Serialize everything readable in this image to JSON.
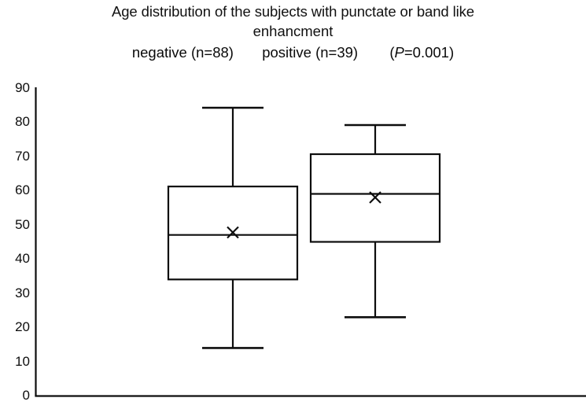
{
  "chart_data": {
    "type": "box",
    "title": "Age distribution of the subjects with punctate or band like enhancment",
    "title_line_1": "Age distribution of the subjects with punctate or band like",
    "title_line_2": "enhancment",
    "subtitle_group_1": "negative (n=88)",
    "subtitle_group_2": "positive (n=39)",
    "subtitle_pvalue_open": "(",
    "subtitle_pvalue_p": "P",
    "subtitle_pvalue_rest": "=0.001)",
    "xlabel": "",
    "ylabel": "",
    "ylim": [
      0,
      90
    ],
    "ytick_step": 10,
    "ytick_labels": [
      "90",
      "80",
      "70",
      "60",
      "50",
      "40",
      "30",
      "20",
      "10",
      "0"
    ],
    "ytick_values": [
      90,
      80,
      70,
      60,
      50,
      40,
      30,
      20,
      10,
      0
    ],
    "grid": false,
    "legend": "none",
    "marker_mean_symbol": "x",
    "categories": [
      "negative (n=88)",
      "positive (n=39)"
    ],
    "boxes": [
      {
        "name": "negative (n=88)",
        "n": 88,
        "min": 14,
        "q1": 34,
        "median": 47,
        "mean": 47.5,
        "q3": 61,
        "max": 84
      },
      {
        "name": "positive (n=39)",
        "n": 39,
        "min": 23,
        "q1": 45,
        "median": 59,
        "mean": 58,
        "q3": 70.5,
        "max": 79
      }
    ],
    "p_value": 0.001,
    "colors": {
      "line": "#0d0d0d",
      "box_fill": "#ffffff",
      "axis": "#0d0d0d",
      "background": "#ffffff"
    }
  }
}
